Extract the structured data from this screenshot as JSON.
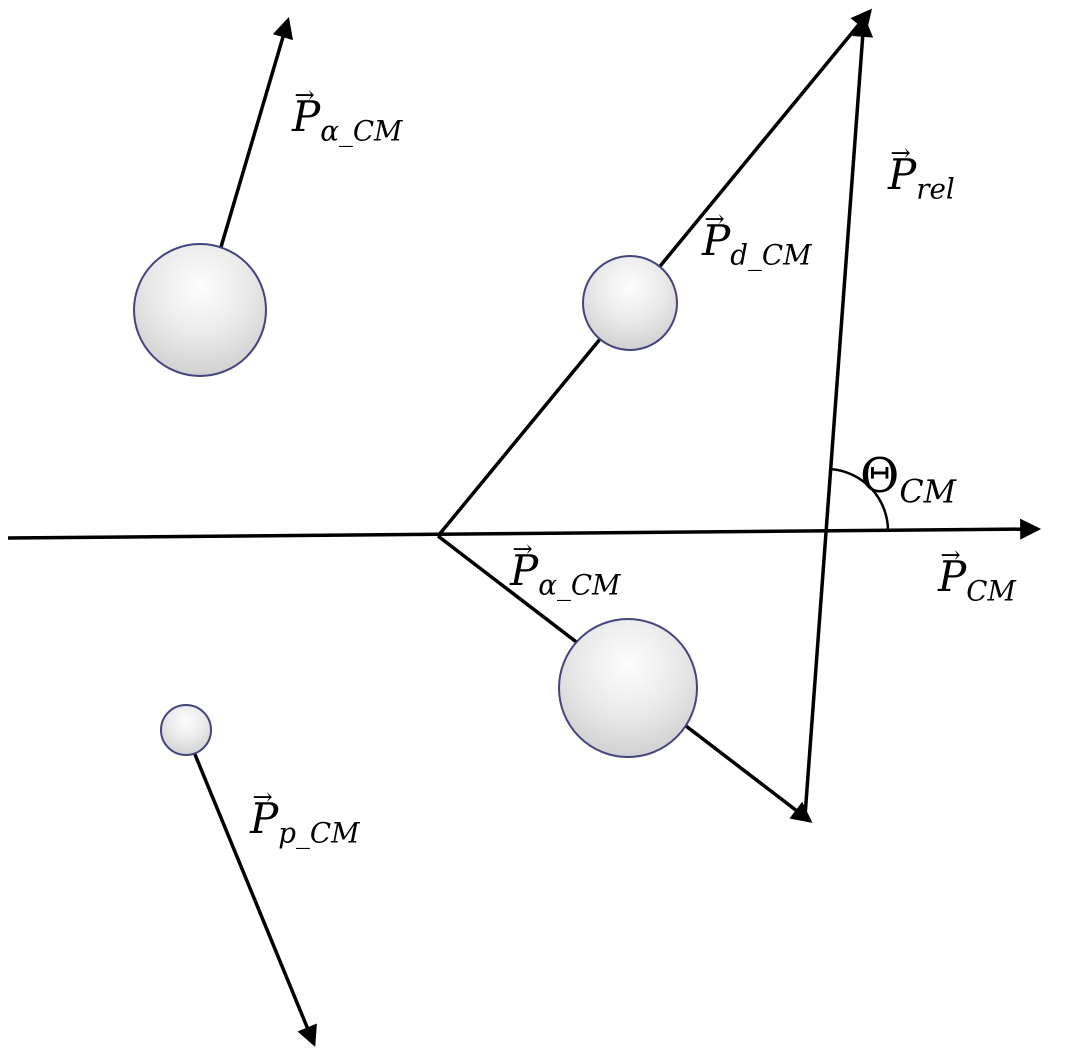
{
  "glyphs": {
    "vector_arrow": "→"
  },
  "colors": {
    "line": "#000000",
    "sphere_outline": "#44447e",
    "sphere_highlight": "#fdfdfd",
    "sphere_mid": "#ebebeb",
    "sphere_edge": "#c8c8c8"
  },
  "labels": {
    "p_alpha_upper": {
      "base": "P",
      "sub": "α_CM"
    },
    "p_d_cm": {
      "base": "P",
      "sub": "d_CM"
    },
    "p_rel": {
      "base": "P",
      "sub": "rel"
    },
    "theta_cm": {
      "base": "Θ",
      "sub": "CM"
    },
    "p_cm": {
      "base": "P",
      "sub": "CM"
    },
    "p_alpha_lower": {
      "base": "P",
      "sub": "α_CM"
    },
    "p_p_cm": {
      "base": "P",
      "sub": "p_CM"
    }
  }
}
